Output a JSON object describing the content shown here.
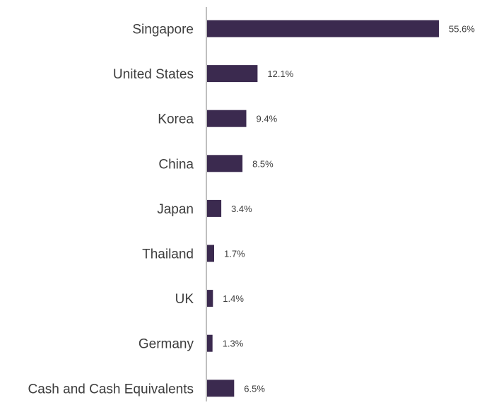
{
  "chart_data": {
    "type": "bar",
    "orientation": "horizontal",
    "title": "",
    "xlabel": "",
    "ylabel": "",
    "categories": [
      "Singapore",
      "United States",
      "Korea",
      "China",
      "Japan",
      "Thailand",
      "UK",
      "Germany",
      "Cash and Cash Equivalents"
    ],
    "values": [
      55.6,
      12.1,
      9.4,
      8.5,
      3.4,
      1.7,
      1.4,
      1.3,
      6.5
    ],
    "value_labels": [
      "55.6%",
      "12.1%",
      "9.4%",
      "8.5%",
      "3.4%",
      "1.7%",
      "1.4%",
      "1.3%",
      "6.5%"
    ],
    "unit": "%",
    "xlim": [
      0,
      55.6
    ],
    "grid": false,
    "legend": "none",
    "colors": {
      "bar": "#3b2a4f",
      "axis": "#7f7f7f",
      "text": "#3d3d3d"
    }
  }
}
